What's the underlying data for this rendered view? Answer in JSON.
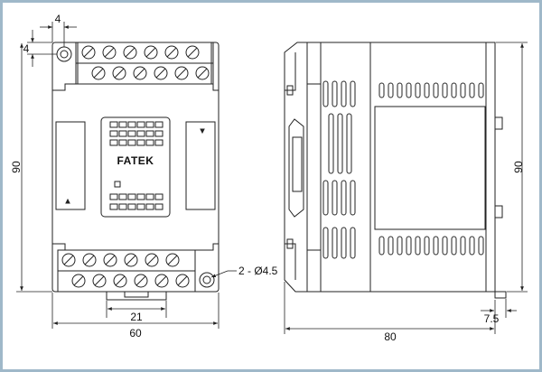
{
  "drawing": {
    "brand": "FATEK",
    "front_view": {
      "dim_width": "60",
      "dim_height": "90",
      "dim_foot": "21",
      "dim_hole_offset_x": "4",
      "dim_hole_offset_y": "4",
      "hole_callout": "2 - Ø4.5"
    },
    "side_view": {
      "dim_depth": "80",
      "dim_height": "90",
      "dim_rail": "7.5"
    },
    "colors": {
      "page_background": "#ffffff",
      "border": "#9fb8c9",
      "line": "#222222"
    }
  }
}
